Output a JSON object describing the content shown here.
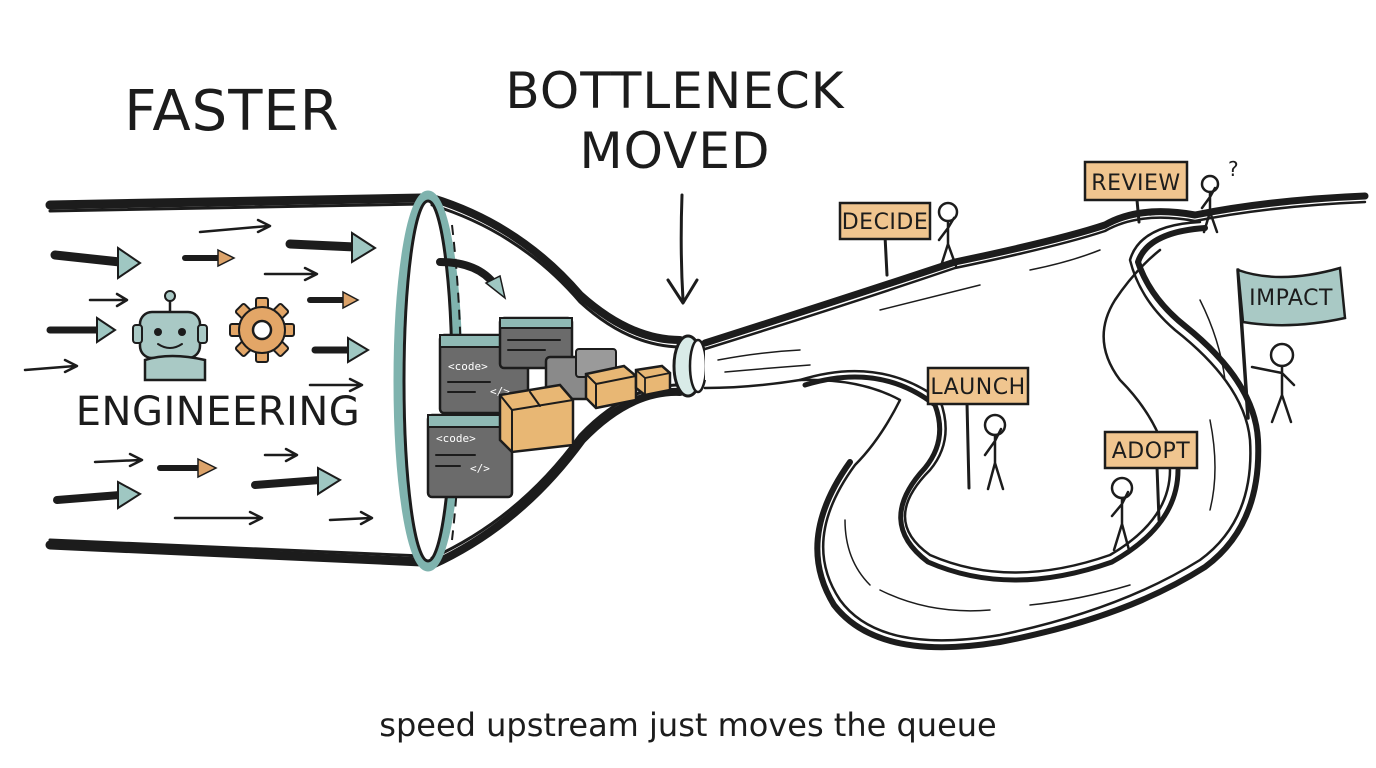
{
  "labels": {
    "faster": "FASTER",
    "bottleneck_line1": "BOTTLENECK",
    "bottleneck_line2": "MOVED",
    "engineering": "ENGINEERING",
    "caption": "speed upstream just moves the queue"
  },
  "code_cards": [
    {
      "line1": "<code>",
      "line2": "</>"
    },
    {
      "line1": "<code>",
      "line2": "</>"
    }
  ],
  "signs": [
    {
      "id": "decide",
      "text": "DECIDE"
    },
    {
      "id": "review",
      "text": "REVIEW"
    },
    {
      "id": "launch",
      "text": "LAUNCH"
    },
    {
      "id": "adopt",
      "text": "ADOPT"
    },
    {
      "id": "impact",
      "text": "IMPACT"
    }
  ],
  "question_mark": "?",
  "colors": {
    "ink": "#1c1c1c",
    "teal": "#7fb3ae",
    "teal_light": "#d9ebe8",
    "sign_orange": "#f0c58f",
    "arrow_orange": "#dca36a",
    "gear": "#e3a667",
    "box": "#e8b774",
    "window_gray": "#6b6b6b",
    "robot": "#a9c9c5"
  },
  "icons": [
    "robot-icon",
    "gear-icon",
    "code-window-icon",
    "box-icon",
    "flag-icon",
    "signpost-icon",
    "person-icon"
  ]
}
